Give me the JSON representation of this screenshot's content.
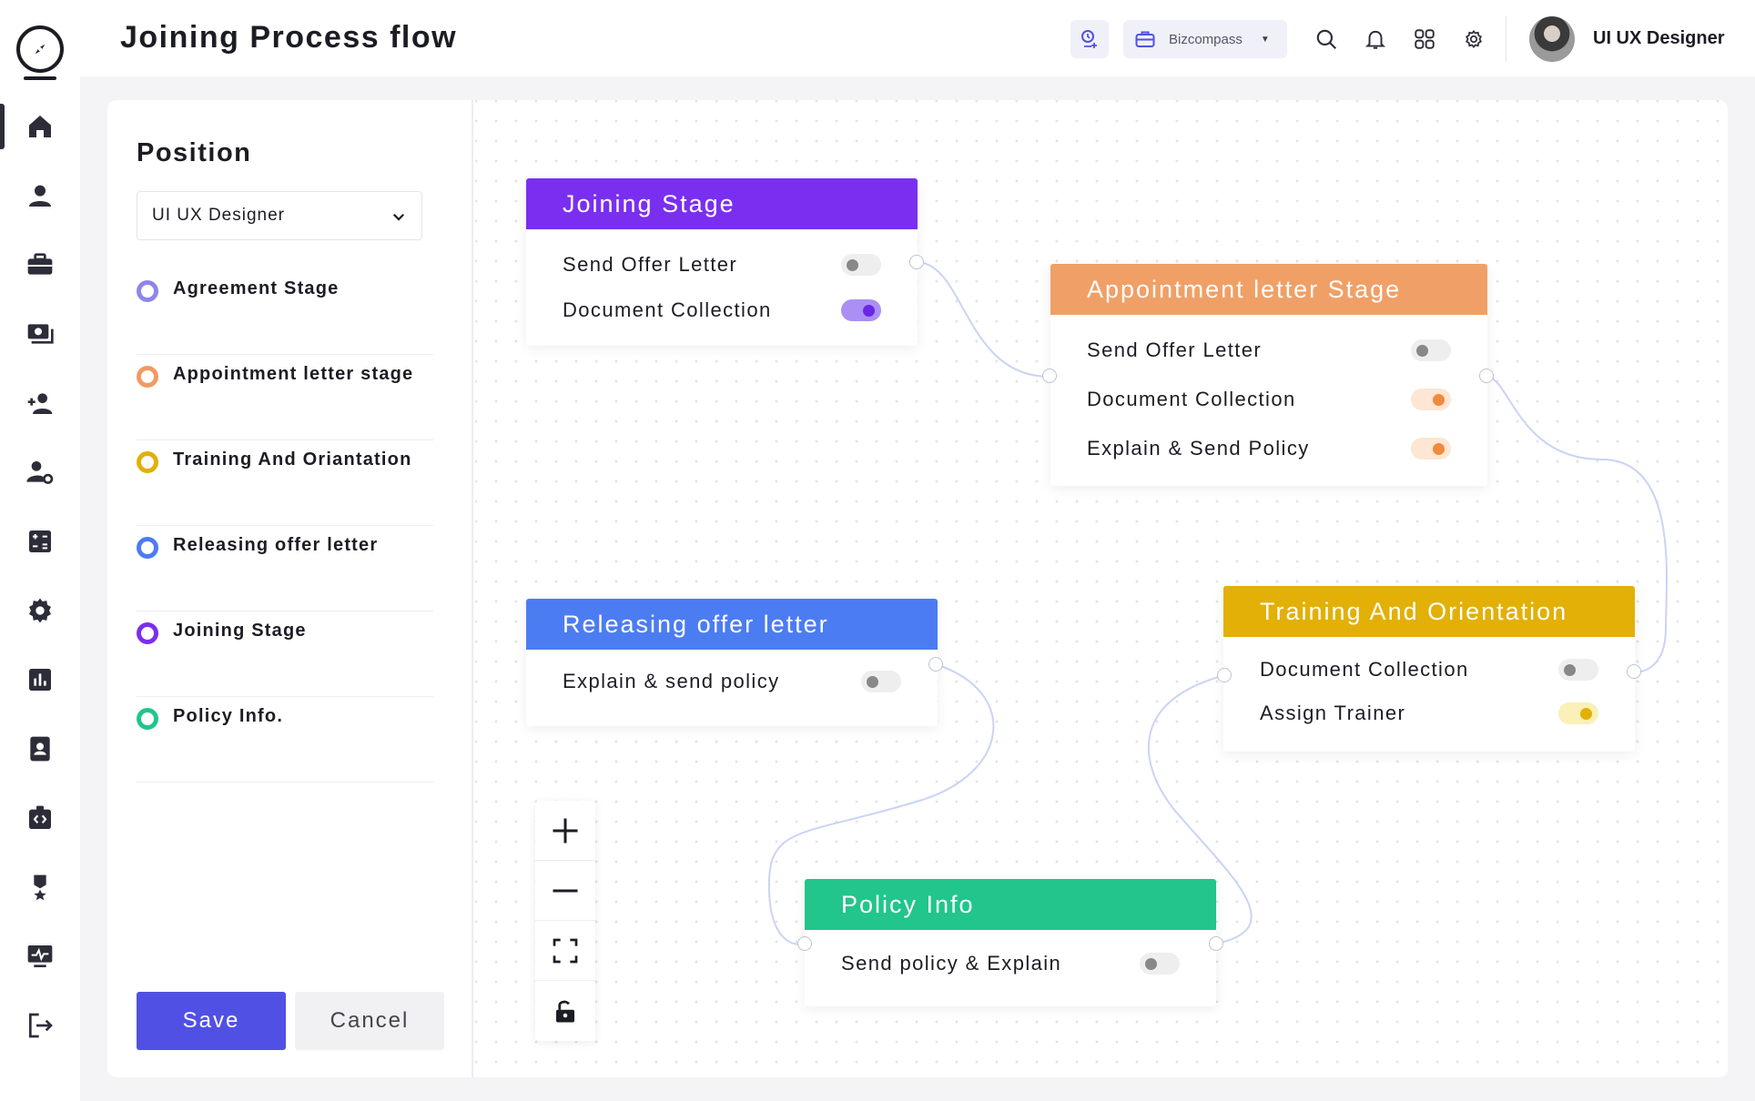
{
  "header": {
    "title": "Joining Process flow",
    "company": "Bizcompass",
    "user_name": "UI UX Designer"
  },
  "nav": {
    "items": [
      "home-icon",
      "user-icon",
      "briefcase-icon",
      "money-icon",
      "add-user-icon",
      "user-settings-icon",
      "calculator-icon",
      "gear-icon",
      "bar-chart-icon",
      "contacts-icon",
      "code-case-icon",
      "award-icon",
      "monitor-icon",
      "logout-icon"
    ]
  },
  "sidebar": {
    "title": "Position",
    "select_value": "UI UX Designer",
    "stages": [
      {
        "label": "Agreement Stage",
        "color": "#8f86e8"
      },
      {
        "label": "Appointment letter stage",
        "color": "#f29a62"
      },
      {
        "label": "Training And Oriantation",
        "color": "#e2b007"
      },
      {
        "label": "Releasing offer letter",
        "color": "#4c7cf2"
      },
      {
        "label": "Joining Stage",
        "color": "#7a2ff0"
      },
      {
        "label": "Policy Info.",
        "color": "#22c58b"
      }
    ],
    "save_label": "Save",
    "cancel_label": "Cancel"
  },
  "nodes": {
    "joining": {
      "title": "Joining Stage",
      "color": "#7a2ff0",
      "rows": [
        {
          "label": "Send Offer Letter",
          "on": false
        },
        {
          "label": "Document Collection",
          "on": true
        }
      ]
    },
    "appointment": {
      "title": "Appointment letter Stage",
      "color": "#f0a066",
      "rows": [
        {
          "label": "Send Offer Letter",
          "on": false
        },
        {
          "label": "Document Collection",
          "on": true
        },
        {
          "label": "Explain & Send Policy",
          "on": true
        }
      ]
    },
    "releasing": {
      "title": "Releasing offer letter",
      "color": "#4c7cf2",
      "rows": [
        {
          "label": "Explain & send policy",
          "on": false
        }
      ]
    },
    "training": {
      "title": "Training And Orientation",
      "color": "#e2b007",
      "rows": [
        {
          "label": "Document Collection",
          "on": false
        },
        {
          "label": "Assign Trainer",
          "on": true
        }
      ]
    },
    "policy": {
      "title": "Policy Info",
      "color": "#22c58b",
      "rows": [
        {
          "label": "Send policy & Explain",
          "on": false
        }
      ]
    }
  },
  "toggle_colors": {
    "joining": {
      "track": "#ab90f4",
      "knob": "#6a26e6"
    },
    "appointment": {
      "track": "#fde6d3",
      "knob": "#f08a3e"
    },
    "training": {
      "track": "#faf0b8",
      "knob": "#e2b007"
    }
  },
  "zoom_controls": [
    "zoom-in-icon",
    "zoom-out-icon",
    "fit-view-icon",
    "lock-icon"
  ]
}
